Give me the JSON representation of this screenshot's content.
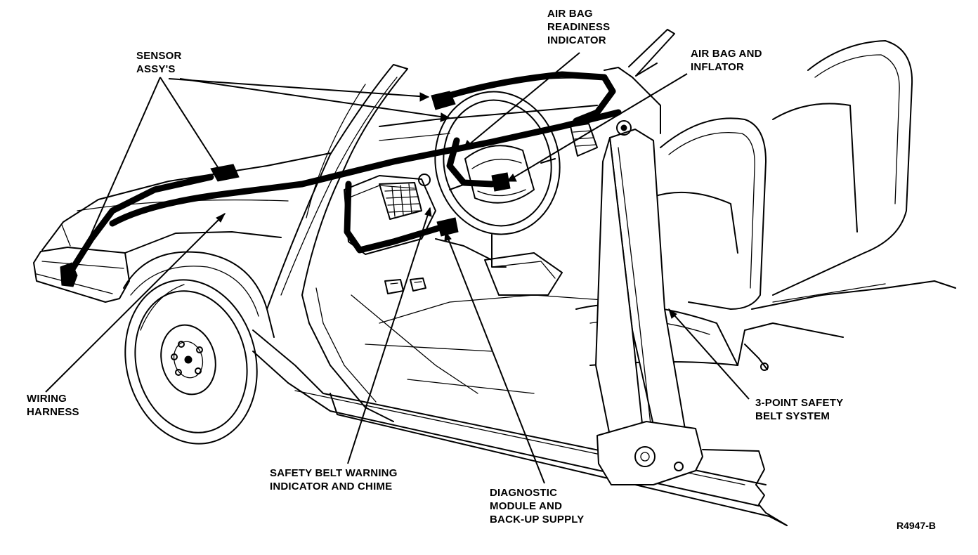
{
  "labels": {
    "sensor_assys": [
      "SENSOR",
      "ASSY'S"
    ],
    "readiness_indicator": [
      "AIR BAG",
      "READINESS",
      "INDICATOR"
    ],
    "air_bag_inflator": [
      "AIR BAG AND",
      "INFLATOR"
    ],
    "wiring_harness": [
      "WIRING",
      "HARNESS"
    ],
    "safety_belt_warning": [
      "SAFETY BELT WARNING",
      "INDICATOR AND CHIME"
    ],
    "diagnostic_module": [
      "DIAGNOSTIC",
      "MODULE AND",
      "BACK-UP SUPPLY"
    ],
    "three_point_belt": [
      "3-POINT SAFETY",
      "BELT SYSTEM"
    ]
  },
  "reference": "R4947-B"
}
